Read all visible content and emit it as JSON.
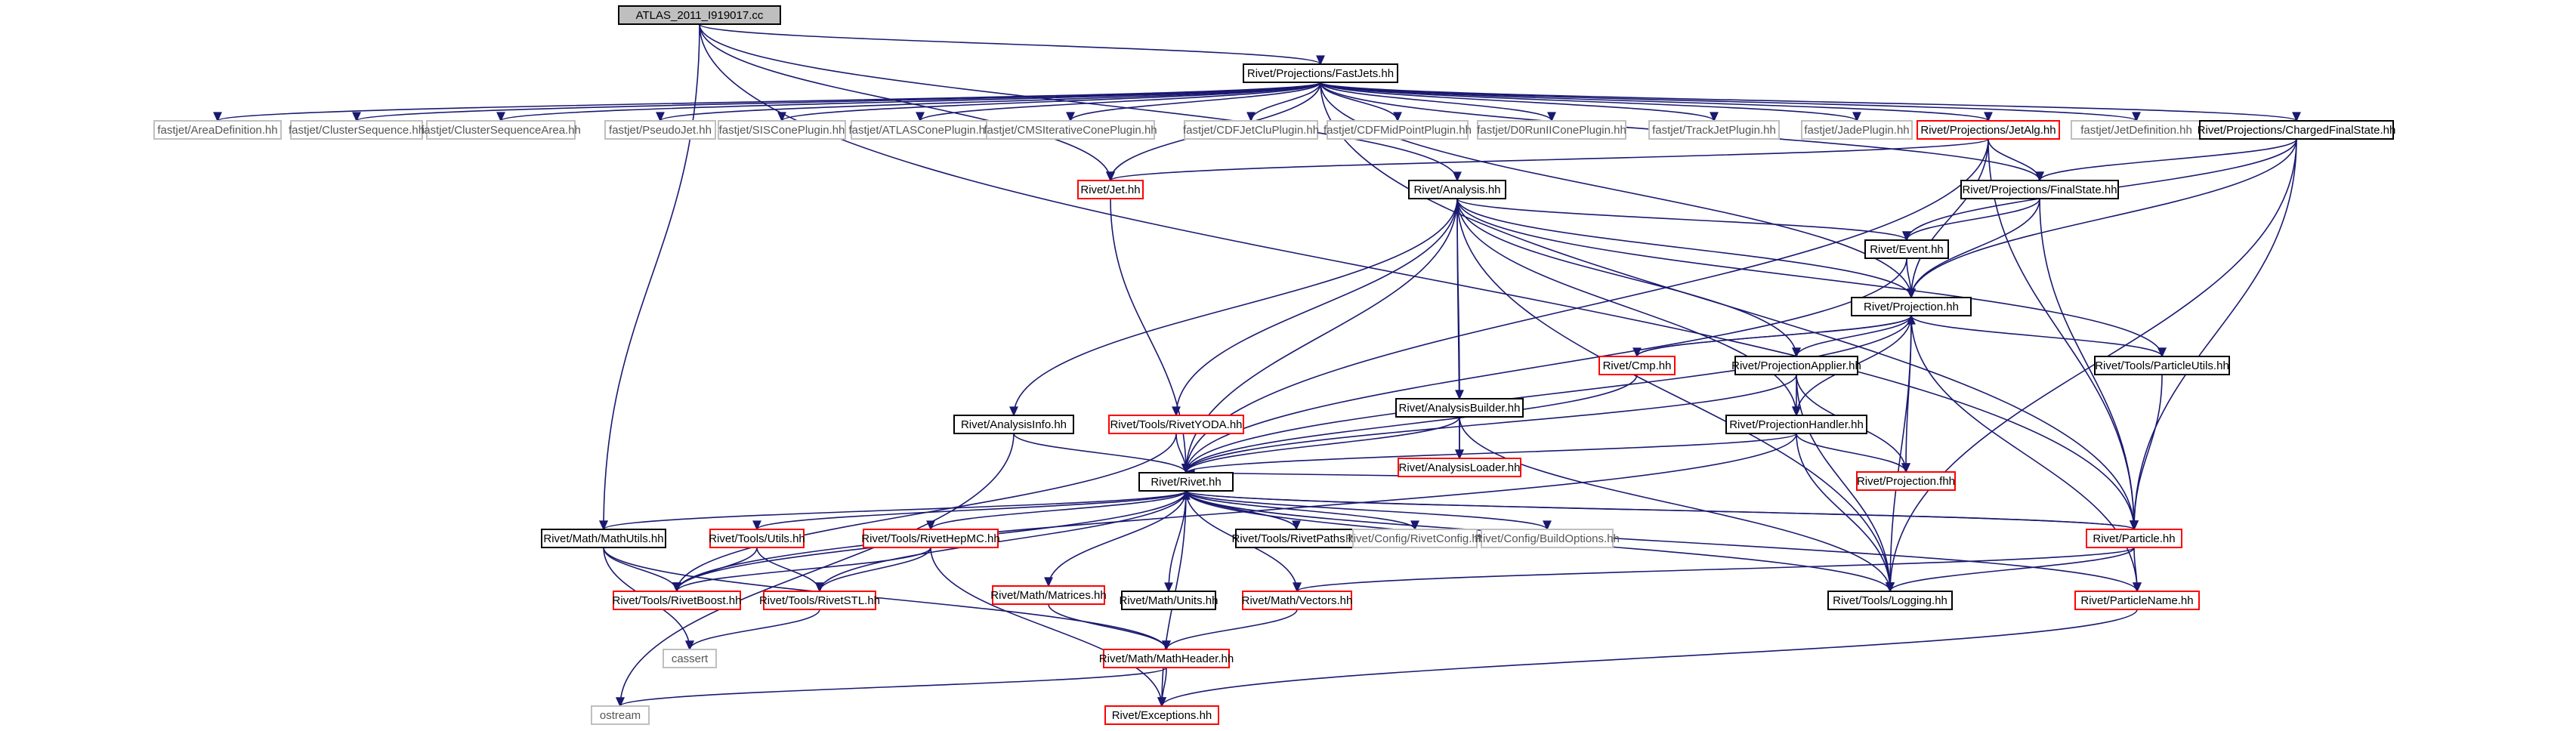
{
  "title": "ATLAS_2011_I919017.cc",
  "colors": {
    "black": "#000000",
    "red": "#ff0000",
    "gray": "#bfbfbf",
    "root_fill": "#bfbfbf",
    "node_fill": "#ffffff",
    "edge": "#191970",
    "text_dim": "#555555"
  },
  "nodes": [
    {
      "id": "root",
      "label": "ATLAS_2011_I919017.cc",
      "style": "root"
    },
    {
      "id": "fastjets",
      "label": "Rivet/Projections/FastJets.hh",
      "style": "black"
    },
    {
      "id": "areadef",
      "label": "fastjet/AreaDefinition.hh",
      "style": "gray"
    },
    {
      "id": "clseq",
      "label": "fastjet/ClusterSequence.hh",
      "style": "gray"
    },
    {
      "id": "clseqarea",
      "label": "fastjet/ClusterSequenceArea.hh",
      "style": "gray"
    },
    {
      "id": "pseudojet",
      "label": "fastjet/PseudoJet.hh",
      "style": "gray"
    },
    {
      "id": "siscone",
      "label": "fastjet/SISConePlugin.hh",
      "style": "gray"
    },
    {
      "id": "atlascone",
      "label": "fastjet/ATLASConePlugin.hh",
      "style": "gray"
    },
    {
      "id": "cmsit",
      "label": "fastjet/CMSIterativeConePlugin.hh",
      "style": "gray"
    },
    {
      "id": "cdfjetclu",
      "label": "fastjet/CDFJetCluPlugin.hh",
      "style": "gray"
    },
    {
      "id": "cdfmid",
      "label": "fastjet/CDFMidPointPlugin.hh",
      "style": "gray"
    },
    {
      "id": "d0run",
      "label": "fastjet/D0RunIIConePlugin.hh",
      "style": "gray"
    },
    {
      "id": "trackjet",
      "label": "fastjet/TrackJetPlugin.hh",
      "style": "gray"
    },
    {
      "id": "jade",
      "label": "fastjet/JadePlugin.hh",
      "style": "gray"
    },
    {
      "id": "jetalg",
      "label": "Rivet/Projections/JetAlg.hh",
      "style": "red"
    },
    {
      "id": "jetdef",
      "label": "fastjet/JetDefinition.hh",
      "style": "gray"
    },
    {
      "id": "chfs",
      "label": "Rivet/Projections/ChargedFinalState.hh",
      "style": "black"
    },
    {
      "id": "jet",
      "label": "Rivet/Jet.hh",
      "style": "red"
    },
    {
      "id": "analysis",
      "label": "Rivet/Analysis.hh",
      "style": "black"
    },
    {
      "id": "finalstate",
      "label": "Rivet/Projections/FinalState.hh",
      "style": "black"
    },
    {
      "id": "event",
      "label": "Rivet/Event.hh",
      "style": "black"
    },
    {
      "id": "projection",
      "label": "Rivet/Projection.hh",
      "style": "black"
    },
    {
      "id": "cmp",
      "label": "Rivet/Cmp.hh",
      "style": "red"
    },
    {
      "id": "projapplier",
      "label": "Rivet/ProjectionApplier.hh",
      "style": "black"
    },
    {
      "id": "particleutils",
      "label": "Rivet/Tools/ParticleUtils.hh",
      "style": "black"
    },
    {
      "id": "anabuilder",
      "label": "Rivet/AnalysisBuilder.hh",
      "style": "black"
    },
    {
      "id": "anaaloader",
      "label": "Rivet/AnalysisLoader.hh",
      "style": "red"
    },
    {
      "id": "anainfo",
      "label": "Rivet/AnalysisInfo.hh",
      "style": "black"
    },
    {
      "id": "rivetyoda",
      "label": "Rivet/Tools/RivetYODA.hh",
      "style": "red"
    },
    {
      "id": "projhandler",
      "label": "Rivet/ProjectionHandler.hh",
      "style": "black"
    },
    {
      "id": "projfhh",
      "label": "Rivet/Projection.fhh",
      "style": "red"
    },
    {
      "id": "rivethh",
      "label": "Rivet/Rivet.hh",
      "style": "black"
    },
    {
      "id": "mathutils",
      "label": "Rivet/Math/MathUtils.hh",
      "style": "black"
    },
    {
      "id": "toolsutils",
      "label": "Rivet/Tools/Utils.hh",
      "style": "red"
    },
    {
      "id": "rivethepmc",
      "label": "Rivet/Tools/RivetHepMC.hh",
      "style": "red"
    },
    {
      "id": "rivetpaths",
      "label": "Rivet/Tools/RivetPaths.hh",
      "style": "black"
    },
    {
      "id": "rivetconfig",
      "label": "Rivet/Config/RivetConfig.hh",
      "style": "gray"
    },
    {
      "id": "buildopts",
      "label": "Rivet/Config/BuildOptions.hh",
      "style": "gray"
    },
    {
      "id": "particle",
      "label": "Rivet/Particle.hh",
      "style": "red"
    },
    {
      "id": "rivetboost",
      "label": "Rivet/Tools/RivetBoost.hh",
      "style": "red"
    },
    {
      "id": "rivetstl",
      "label": "Rivet/Tools/RivetSTL.hh",
      "style": "red"
    },
    {
      "id": "matrices",
      "label": "Rivet/Math/Matrices.hh",
      "style": "red"
    },
    {
      "id": "units",
      "label": "Rivet/Math/Units.hh",
      "style": "black"
    },
    {
      "id": "vectors",
      "label": "Rivet/Math/Vectors.hh",
      "style": "red"
    },
    {
      "id": "logging",
      "label": "Rivet/Tools/Logging.hh",
      "style": "black"
    },
    {
      "id": "particlename",
      "label": "Rivet/ParticleName.hh",
      "style": "red"
    },
    {
      "id": "cassert",
      "label": "cassert",
      "style": "gray"
    },
    {
      "id": "mathheader",
      "label": "Rivet/Math/MathHeader.hh",
      "style": "red"
    },
    {
      "id": "ostream",
      "label": "ostream",
      "style": "gray"
    },
    {
      "id": "exceptions",
      "label": "Rivet/Exceptions.hh",
      "style": "red"
    }
  ],
  "edges": [
    [
      "root",
      "fastjets"
    ],
    [
      "root",
      "mathutils"
    ],
    [
      "root",
      "jet"
    ],
    [
      "root",
      "particle"
    ],
    [
      "root",
      "analysis"
    ],
    [
      "fastjets",
      "areadef"
    ],
    [
      "fastjets",
      "clseq"
    ],
    [
      "fastjets",
      "clseqarea"
    ],
    [
      "fastjets",
      "pseudojet"
    ],
    [
      "fastjets",
      "siscone"
    ],
    [
      "fastjets",
      "atlascone"
    ],
    [
      "fastjets",
      "cmsit"
    ],
    [
      "fastjets",
      "cdfjetclu"
    ],
    [
      "fastjets",
      "cdfmid"
    ],
    [
      "fastjets",
      "d0run"
    ],
    [
      "fastjets",
      "trackjet"
    ],
    [
      "fastjets",
      "jade"
    ],
    [
      "fastjets",
      "jetalg"
    ],
    [
      "fastjets",
      "jetdef"
    ],
    [
      "fastjets",
      "chfs"
    ],
    [
      "fastjets",
      "jet"
    ],
    [
      "fastjets",
      "finalstate"
    ],
    [
      "fastjets",
      "projection"
    ],
    [
      "fastjets",
      "particle"
    ],
    [
      "jetalg",
      "jet"
    ],
    [
      "jetalg",
      "finalstate"
    ],
    [
      "jetalg",
      "projection"
    ],
    [
      "jetalg",
      "particle"
    ],
    [
      "jetalg",
      "rivethh"
    ],
    [
      "chfs",
      "finalstate"
    ],
    [
      "chfs",
      "event"
    ],
    [
      "chfs",
      "projection"
    ],
    [
      "chfs",
      "particle"
    ],
    [
      "chfs",
      "logging"
    ],
    [
      "jet",
      "rivethh"
    ],
    [
      "analysis",
      "event"
    ],
    [
      "analysis",
      "projection"
    ],
    [
      "analysis",
      "particleutils"
    ],
    [
      "analysis",
      "projapplier"
    ],
    [
      "analysis",
      "anabuilder"
    ],
    [
      "analysis",
      "anaaloader"
    ],
    [
      "analysis",
      "anainfo"
    ],
    [
      "analysis",
      "rivetyoda"
    ],
    [
      "analysis",
      "projhandler"
    ],
    [
      "analysis",
      "rivethh"
    ],
    [
      "analysis",
      "logging"
    ],
    [
      "finalstate",
      "event"
    ],
    [
      "finalstate",
      "projection"
    ],
    [
      "finalstate",
      "particle"
    ],
    [
      "event",
      "projection"
    ],
    [
      "event",
      "rivethh"
    ],
    [
      "projection",
      "cmp"
    ],
    [
      "projection",
      "projapplier"
    ],
    [
      "projection",
      "projhandler"
    ],
    [
      "projection",
      "projfhh"
    ],
    [
      "projection",
      "particleutils"
    ],
    [
      "projection",
      "rivethh"
    ],
    [
      "projection",
      "logging"
    ],
    [
      "projection",
      "particlename"
    ],
    [
      "cmp",
      "projection"
    ],
    [
      "cmp",
      "rivethh"
    ],
    [
      "projapplier",
      "projhandler"
    ],
    [
      "projapplier",
      "projfhh"
    ],
    [
      "projapplier",
      "rivethh"
    ],
    [
      "projapplier",
      "logging"
    ],
    [
      "particleutils",
      "particle"
    ],
    [
      "anabuilder",
      "anaaloader"
    ],
    [
      "anabuilder",
      "rivethh"
    ],
    [
      "anabuilder",
      "logging"
    ],
    [
      "anaaloader",
      "rivethh"
    ],
    [
      "anainfo",
      "rivethh"
    ],
    [
      "anainfo",
      "ostream"
    ],
    [
      "rivetyoda",
      "rivethh"
    ],
    [
      "rivetyoda",
      "rivetboost"
    ],
    [
      "projhandler",
      "rivethh"
    ],
    [
      "projhandler",
      "projfhh"
    ],
    [
      "projhandler",
      "logging"
    ],
    [
      "projhandler",
      "rivetboost"
    ],
    [
      "rivethh",
      "mathutils"
    ],
    [
      "rivethh",
      "toolsutils"
    ],
    [
      "rivethh",
      "rivethepmc"
    ],
    [
      "rivethh",
      "rivetpaths"
    ],
    [
      "rivethh",
      "rivetconfig"
    ],
    [
      "rivethh",
      "buildopts"
    ],
    [
      "rivethh",
      "particle"
    ],
    [
      "rivethh",
      "rivetboost"
    ],
    [
      "rivethh",
      "rivetstl"
    ],
    [
      "rivethh",
      "matrices"
    ],
    [
      "rivethh",
      "units"
    ],
    [
      "rivethh",
      "vectors"
    ],
    [
      "rivethh",
      "logging"
    ],
    [
      "rivethh",
      "particlename"
    ],
    [
      "rivethh",
      "exceptions"
    ],
    [
      "particle",
      "rivethh"
    ],
    [
      "particle",
      "logging"
    ],
    [
      "particle",
      "particlename"
    ],
    [
      "particle",
      "vectors"
    ],
    [
      "mathutils",
      "rivetboost"
    ],
    [
      "mathutils",
      "cassert"
    ],
    [
      "mathutils",
      "mathheader"
    ],
    [
      "toolsutils",
      "rivetboost"
    ],
    [
      "toolsutils",
      "rivetstl"
    ],
    [
      "rivethepmc",
      "rivetboost"
    ],
    [
      "rivethepmc",
      "rivetstl"
    ],
    [
      "rivethepmc",
      "exceptions"
    ],
    [
      "rivetstl",
      "cassert"
    ],
    [
      "matrices",
      "mathheader"
    ],
    [
      "vectors",
      "mathheader"
    ],
    [
      "particlename",
      "exceptions"
    ],
    [
      "mathheader",
      "exceptions"
    ],
    [
      "mathheader",
      "ostream"
    ]
  ]
}
